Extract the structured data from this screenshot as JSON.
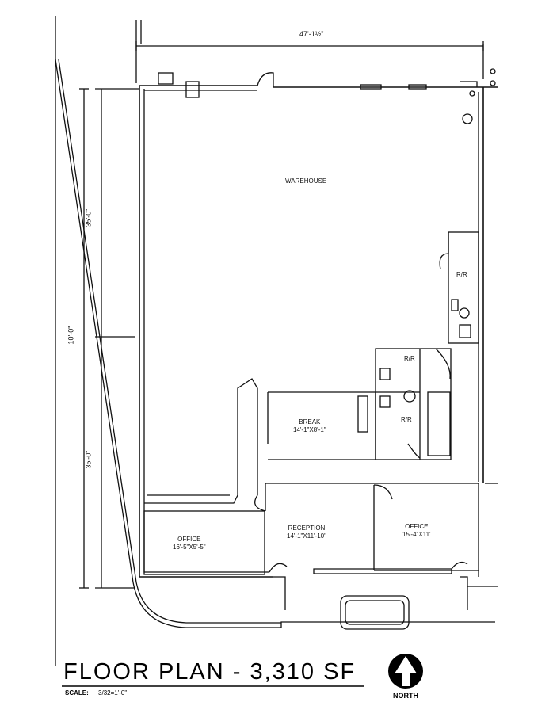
{
  "drawing": {
    "title": "FLOOR PLAN - 3,310 SF",
    "scale_label": "SCALE:",
    "scale_value": "3/32=1'-0\"",
    "north_label": "NORTH"
  },
  "dimensions": {
    "top_width": "47'-1½\"",
    "left_upper": "35'-0\"",
    "left_middle": "10'-0\"",
    "left_lower": "35'-0\""
  },
  "rooms": {
    "warehouse": {
      "name": "WAREHOUSE"
    },
    "restroom_1": {
      "name": "R/R"
    },
    "restroom_2": {
      "name": "R/R"
    },
    "restroom_3": {
      "name": "R/R"
    },
    "break": {
      "name": "BREAK",
      "size": "14'-1\"X8'-1\""
    },
    "reception": {
      "name": "RECEPTION",
      "size": "14'-1\"X11'-10\""
    },
    "office_left": {
      "name": "OFFICE",
      "size": "16'-5\"X5'-5\""
    },
    "office_right": {
      "name": "OFFICE",
      "size": "15'-4\"X11'"
    }
  },
  "colors": {
    "ink": "#111111",
    "paper": "#ffffff"
  }
}
